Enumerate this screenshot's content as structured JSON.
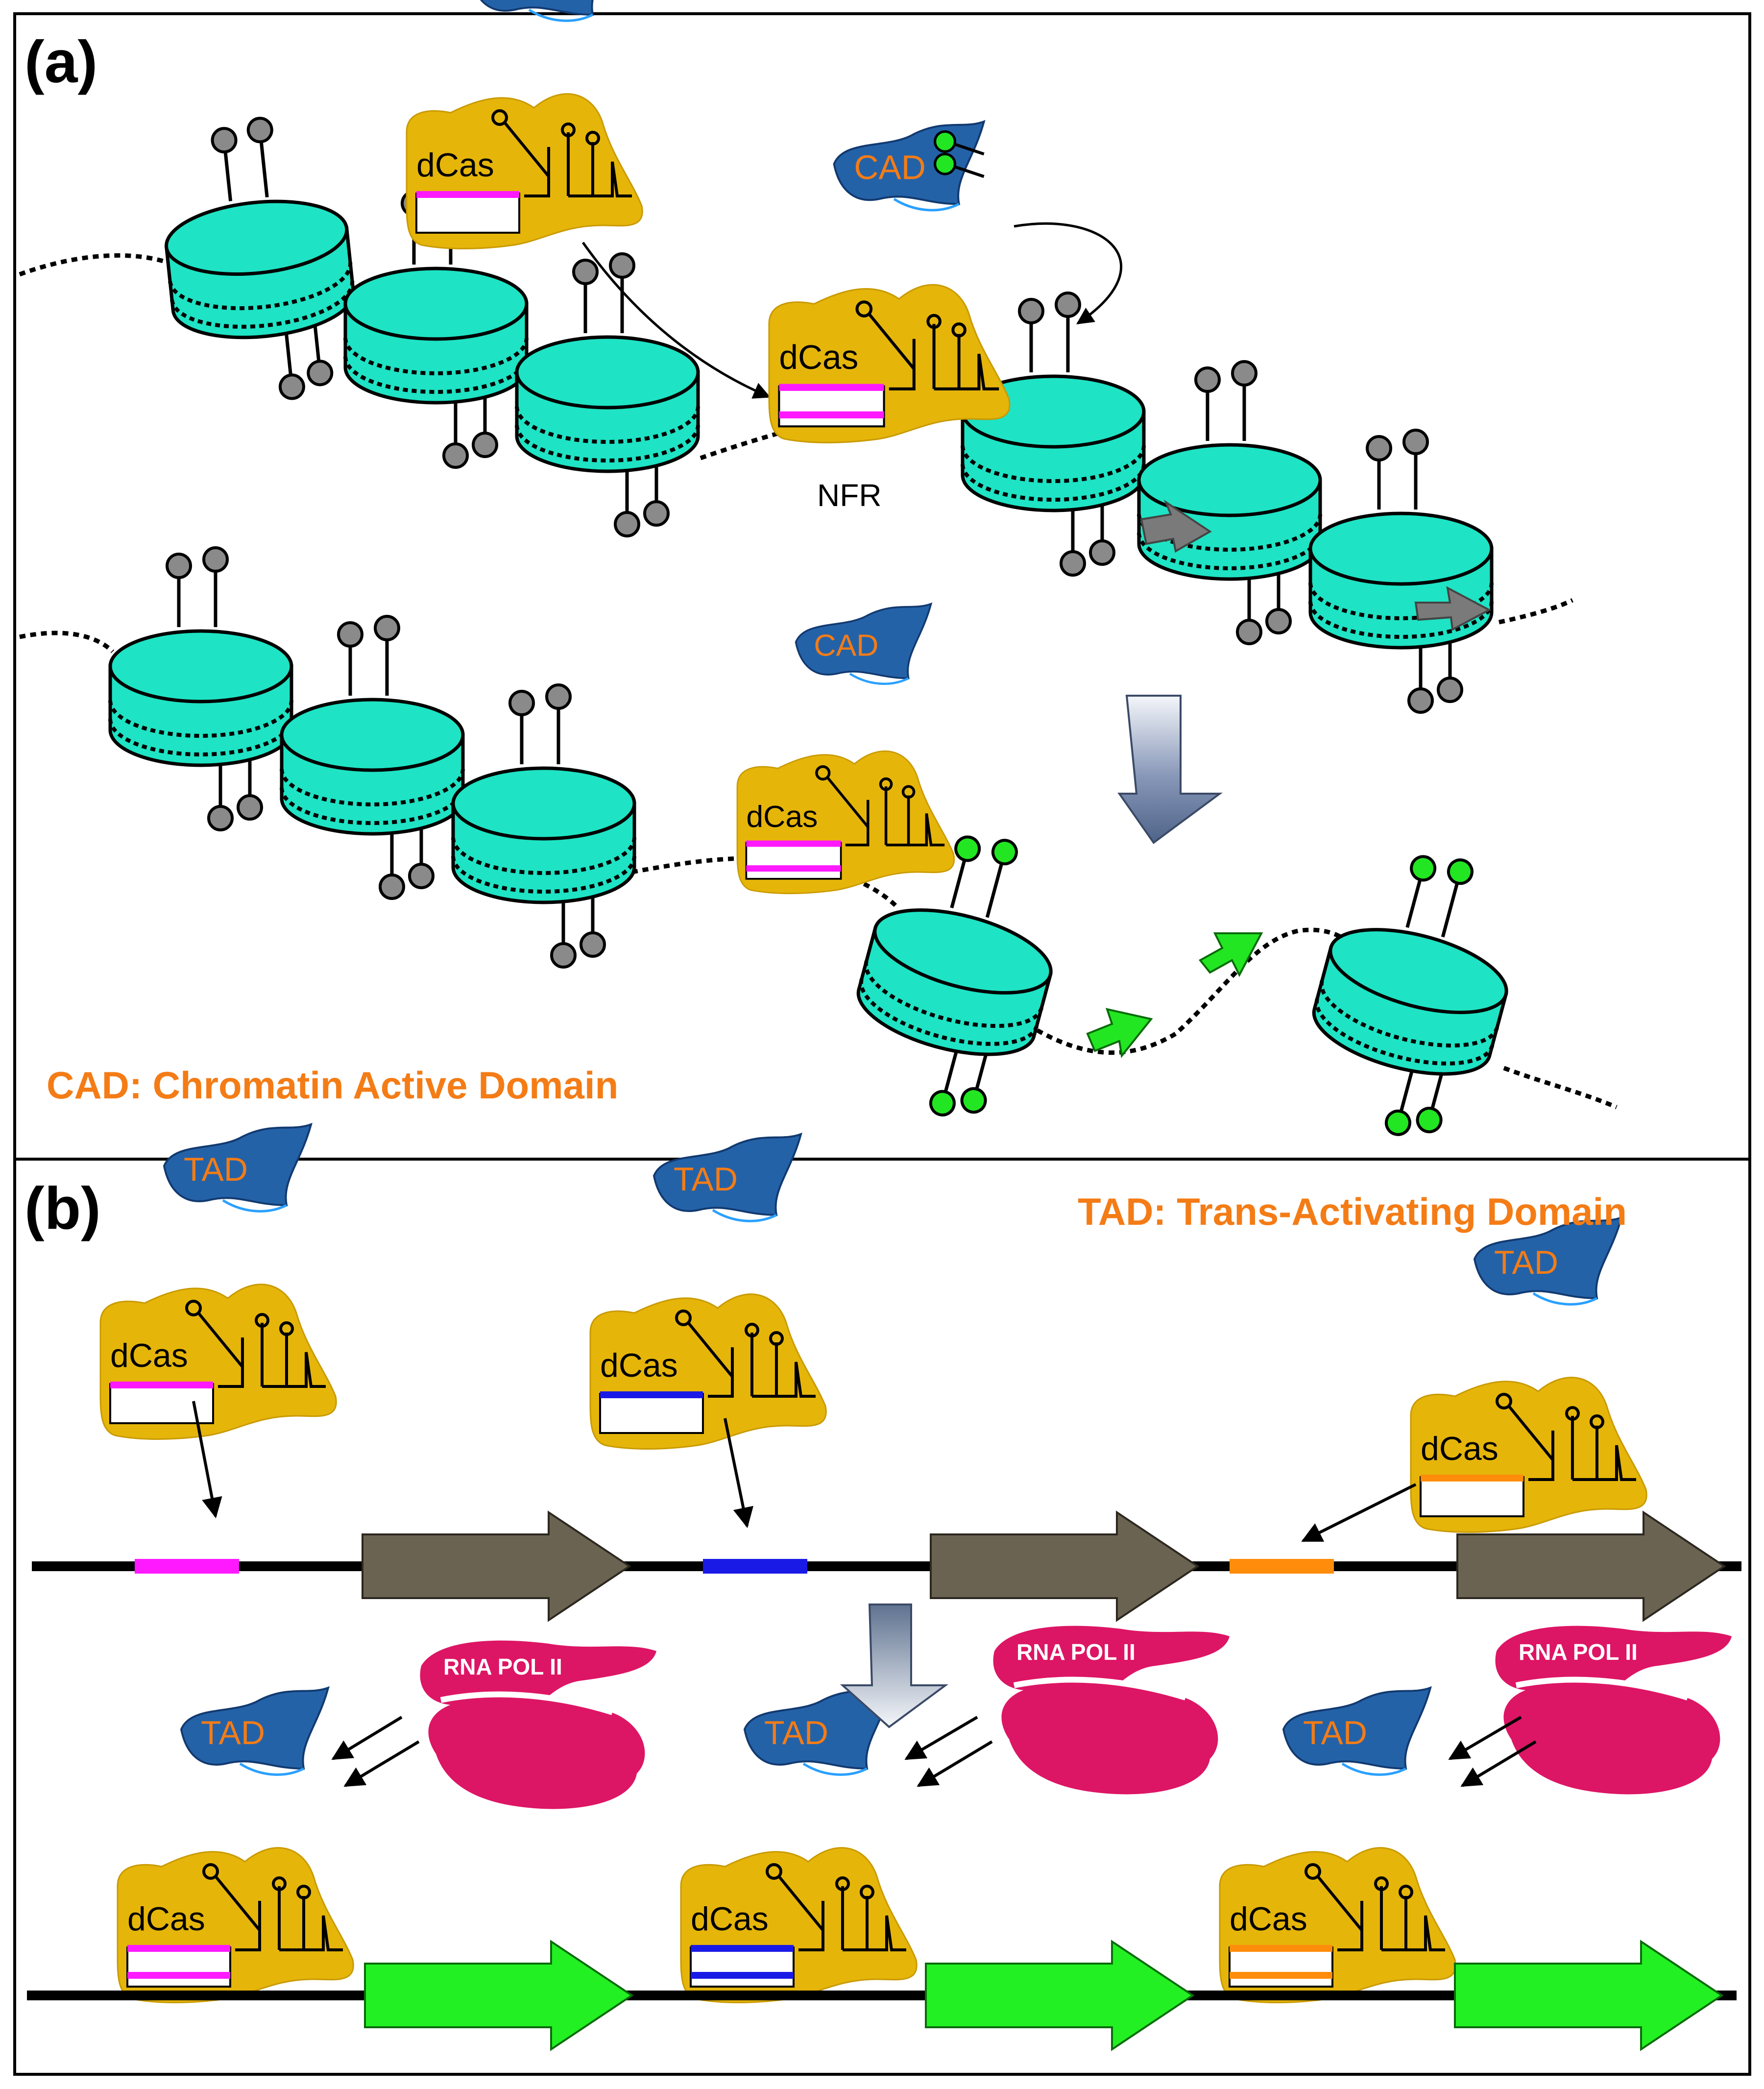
{
  "panels": {
    "a": "(a)",
    "b": "(b)"
  },
  "definitions": {
    "cad": "CAD: Chromatin Active Domain",
    "tad": "TAD: Trans-Activating Domain"
  },
  "labels": {
    "cad": "CAD",
    "tad": "TAD",
    "dcas": "dCas",
    "nfr": "NFR",
    "rna_pol": "RNA POL II"
  },
  "colors": {
    "nucleosome": "#1ee3c4",
    "dcas": "#e5b50a",
    "effector": "#2462a8",
    "effector_text": "#f47c16",
    "definition_text": "#f47c16",
    "mark_inactive": "#8a8a8a",
    "mark_active": "#22e622",
    "gene_inactive": "#6b6352",
    "gene_active": "#22f022",
    "rna_pol": "#dd1565",
    "guide_magenta": "#ff19ff",
    "guide_blue": "#1a1ae6",
    "guide_orange": "#ff8c0a"
  }
}
